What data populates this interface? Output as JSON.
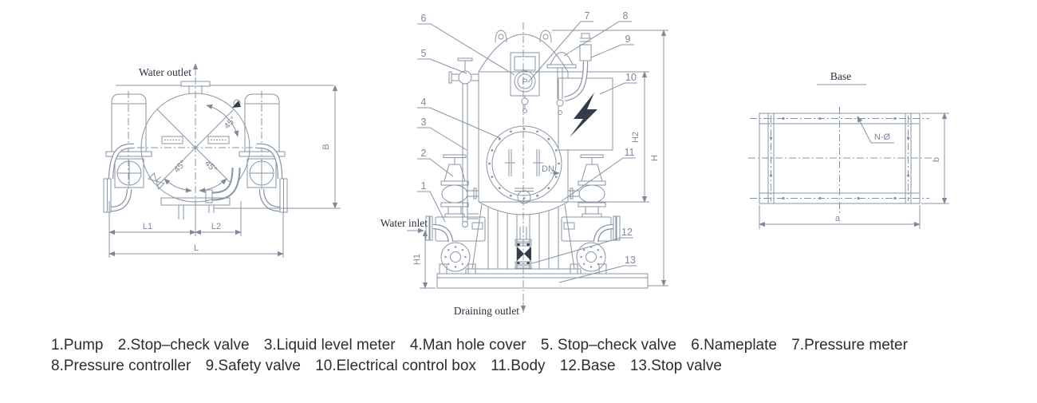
{
  "page": {
    "background": "#ffffff"
  },
  "drawing": {
    "stroke_color": "#8a94a4",
    "dim_text_color": "#7e8899",
    "label_color": "#29323f",
    "accent_dark": "#343b4a",
    "views": {
      "top": {
        "water_outlet_label": "Water outlet",
        "angles": [
          "45°",
          "45°",
          "45°"
        ],
        "dims": {
          "l1": "L1",
          "l2": "L2",
          "l": "L",
          "b": "B"
        }
      },
      "front": {
        "callouts": [
          "1",
          "2",
          "3",
          "4",
          "5",
          "6",
          "7",
          "8",
          "9",
          "10",
          "11",
          "12",
          "13"
        ],
        "water_inlet_label": "Water inlet",
        "draining_outlet_label": "Draining outlet",
        "dn_label": "DN",
        "gauge_letter": "P",
        "dims": {
          "h1": "H1",
          "h2": "H2",
          "h": "H"
        }
      },
      "base": {
        "title": "Base",
        "holes_label": "N-Ø",
        "dims": {
          "a": "a",
          "b": "b"
        }
      }
    }
  },
  "caption": {
    "text_color": "#2d2d2d",
    "line1": [
      "1.Pump",
      "2.Stop–check valve",
      "3.Liquid level meter",
      "4.Man hole cover",
      "5. Stop–check valve",
      "6.Nameplate",
      "7.Pressure meter"
    ],
    "line2": [
      "8.Pressure controller",
      "9.Safety valve",
      "10.Electrical control box",
      "11.Body",
      "12.Base",
      "13.Stop valve"
    ]
  }
}
